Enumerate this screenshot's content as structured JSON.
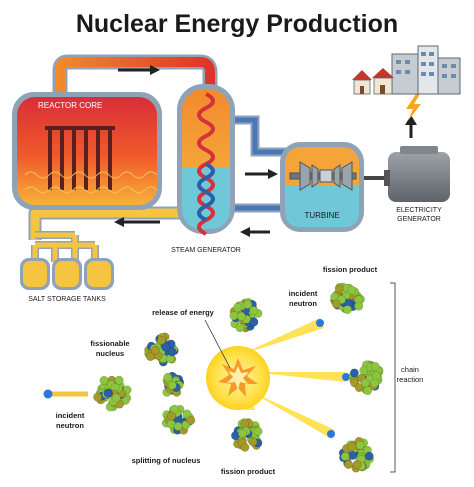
{
  "title": "Nuclear Energy Production",
  "labels": {
    "reactor_core": "REACTOR CORE",
    "salt_storage_tanks": "SALT STORAGE TANKS",
    "steam_generator": "STEAM GENERATOR",
    "turbine": "TURBINE",
    "electricity_generator_line1": "ELECTRICITY",
    "electricity_generator_line2": "GENERATOR"
  },
  "fission": {
    "release_of_energy": "release of energy",
    "fissionable_nucleus_line1": "fissionable",
    "fissionable_nucleus_line2": "nucleus",
    "incident_neutron_left_line1": "incident",
    "incident_neutron_left_line2": "neutron",
    "incident_neutron_top_line1": "incident",
    "incident_neutron_top_line2": "neutron",
    "splitting_of_nucleus": "splitting of nucleus",
    "fission_product_top": "fission product",
    "fission_product_bottom": "fission product",
    "chain_reaction_line1": "chain",
    "chain_reaction_line2": "reaction"
  },
  "colors": {
    "hot_pipe": "#e8572a",
    "cool_pipe": "#f5c542",
    "water_pipe": "#4a78b8",
    "pipe_outline": "#8fa3b8",
    "reactor": "#e8472a",
    "steam": "#f5a43a",
    "water": "#6fc8d8",
    "energy": "#ffe14d",
    "nucleon_green": "#8cc63f",
    "nucleon_blue": "#2b5fa8",
    "nucleon_olive": "#a39a2a"
  },
  "icons": {
    "buildings": "city-buildings-icon",
    "lightning": "lightning-bolt-icon",
    "up_arrow": "up-arrow-icon"
  }
}
